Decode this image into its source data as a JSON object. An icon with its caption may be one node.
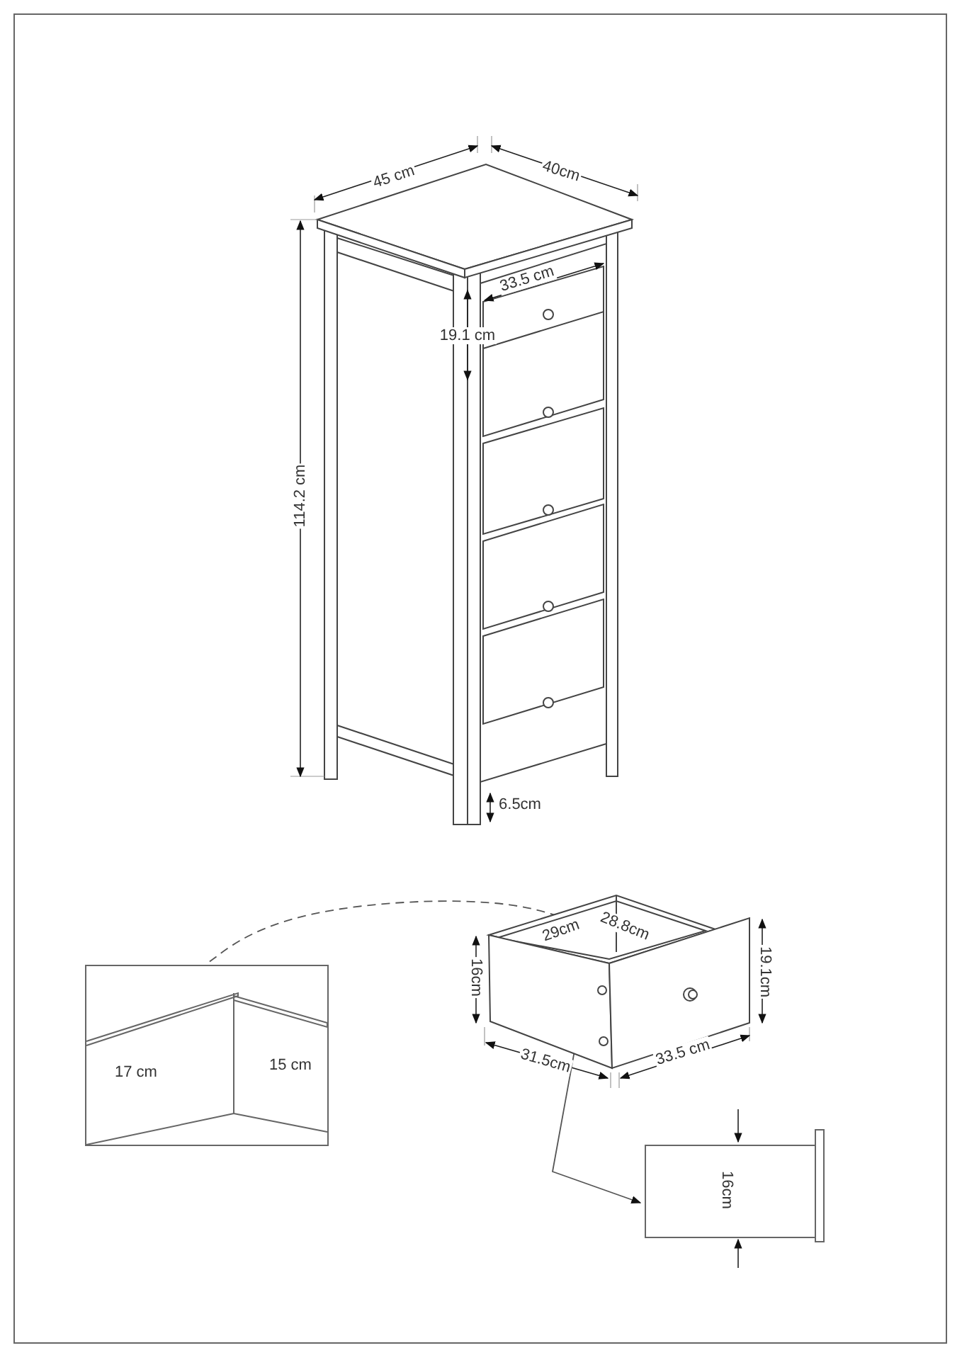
{
  "diagram": {
    "nodes": [
      {
        "text": [],
        "shape": "picture"
      },
      {
        "text": [
          "17 cm",
          "15 cm"
        ]
      },
      {
        "text": [
          "16cm"
        ]
      }
    ],
    "edges": [
      {
        "from": 0,
        "to": 1,
        "arrow": "none",
        "style": "dashed"
      },
      {
        "from": 0,
        "to": 2,
        "arrow": "to"
      }
    ],
    "labels": [
      "45 cm",
      "40cm",
      "33.5 cm",
      "19.1 cm",
      "114.2 cm",
      "6.5cm",
      "29cm",
      "28.8cm",
      "16cm",
      "19.1cm",
      "31.5cm",
      "33.5 cm"
    ]
  }
}
